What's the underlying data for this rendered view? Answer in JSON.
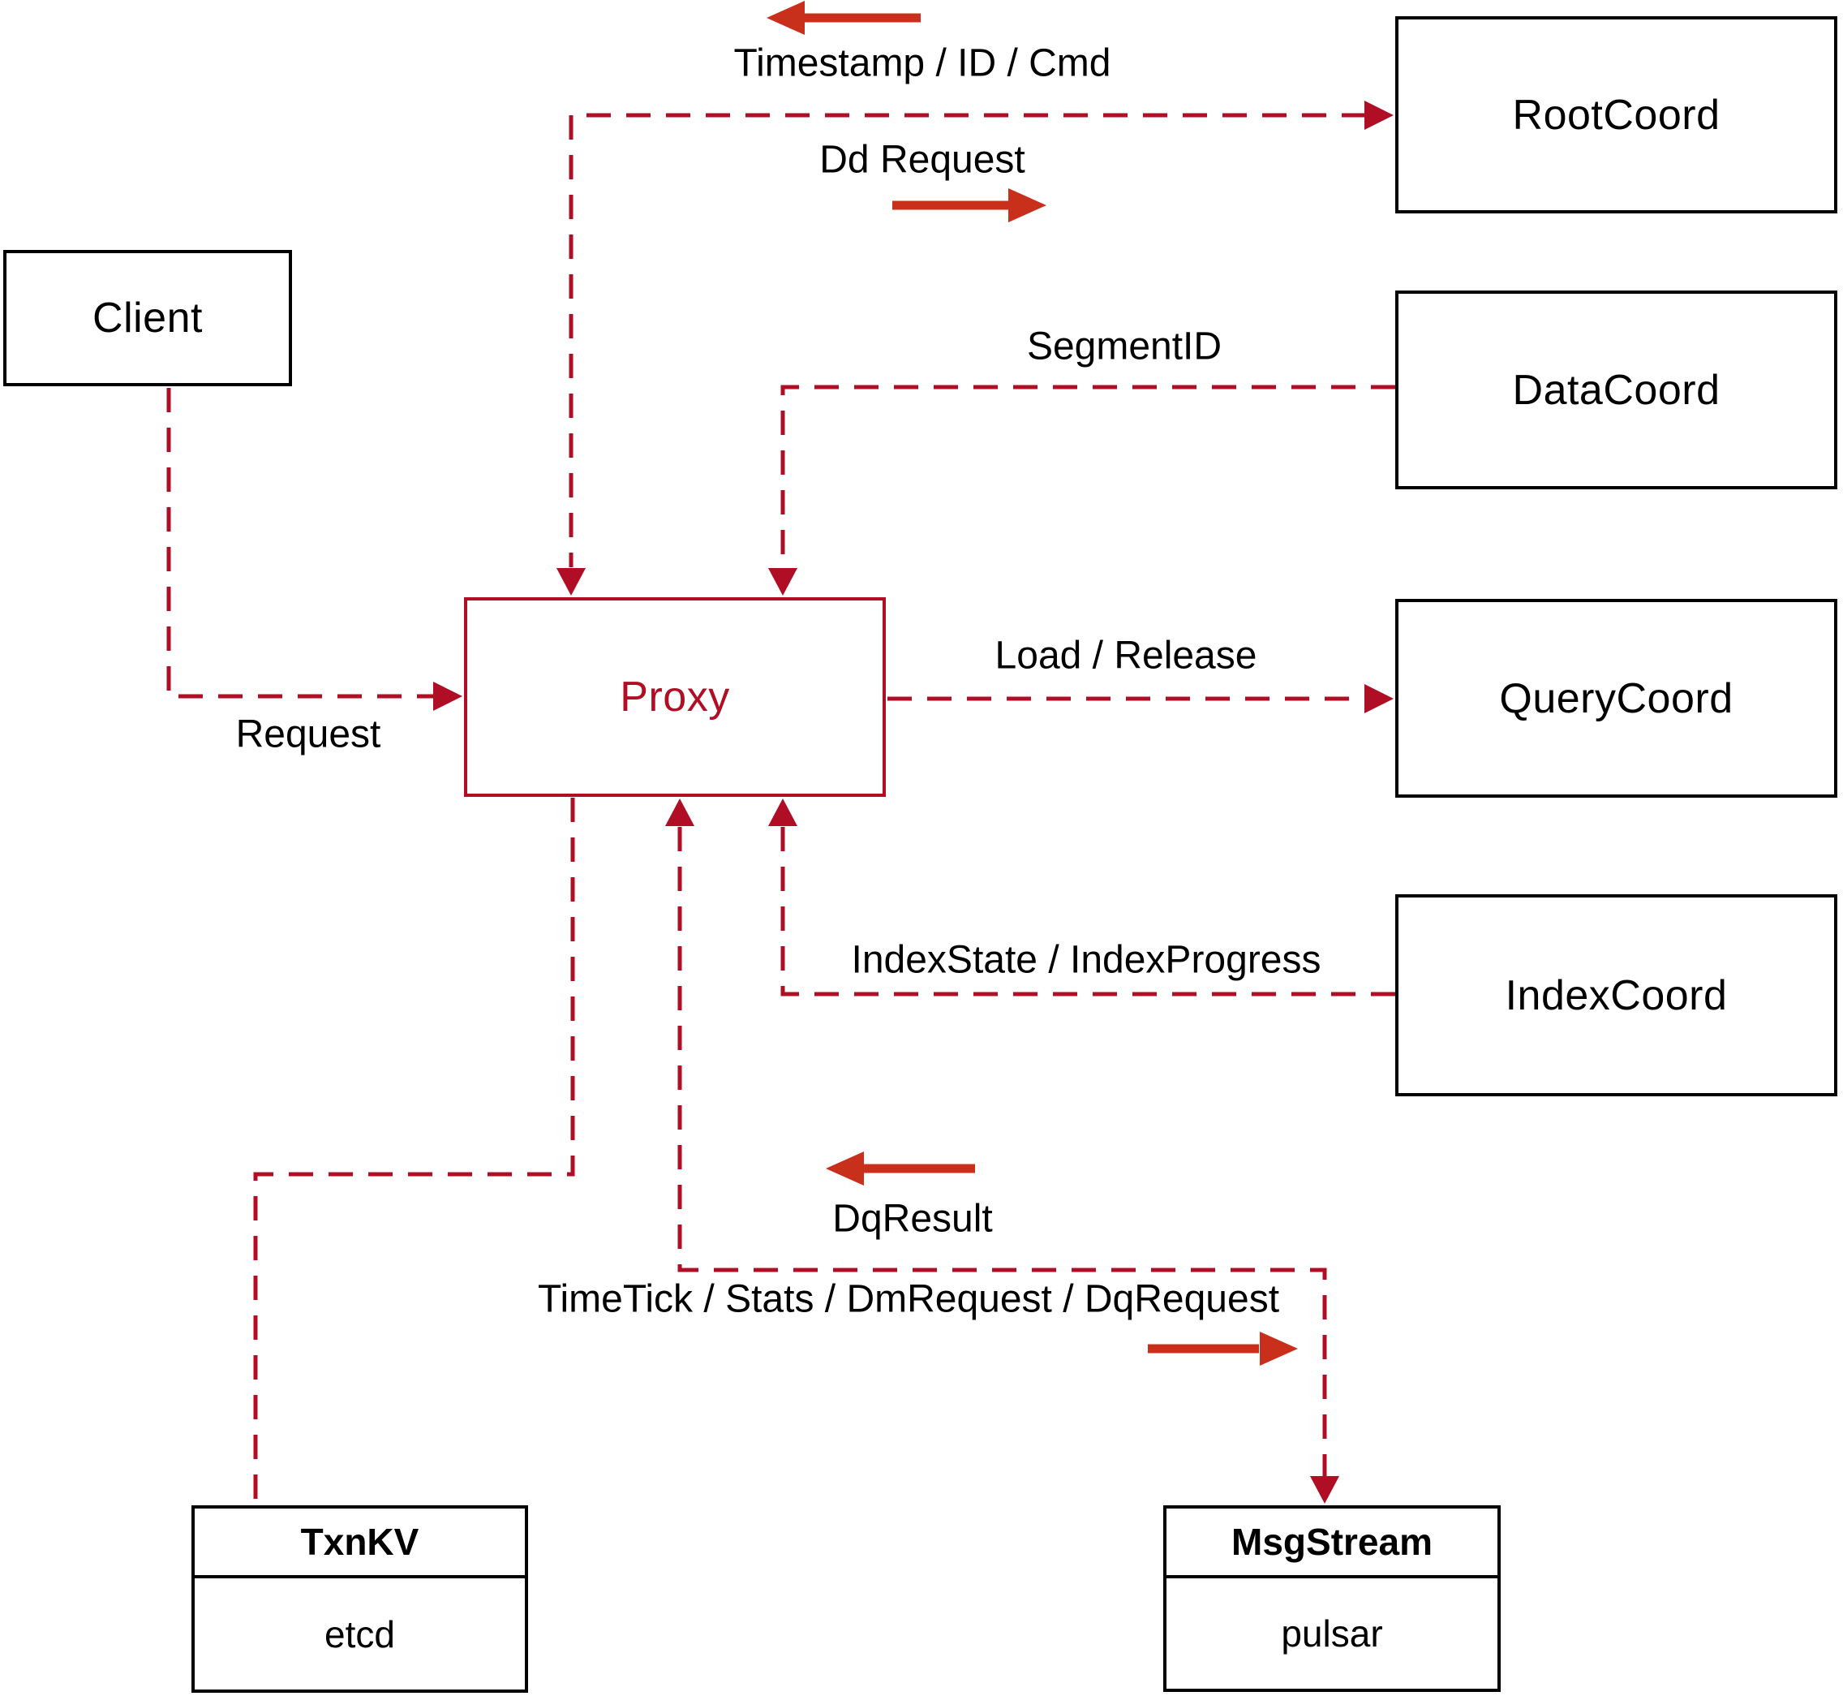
{
  "nodes": {
    "client": {
      "label": "Client"
    },
    "proxy": {
      "label": "Proxy"
    },
    "root_coord": {
      "label": "RootCoord"
    },
    "data_coord": {
      "label": "DataCoord"
    },
    "query_coord": {
      "label": "QueryCoord"
    },
    "index_coord": {
      "label": "IndexCoord"
    },
    "txn_kv": {
      "title": "TxnKV",
      "impl": "etcd"
    },
    "msg_stream": {
      "title": "MsgStream",
      "impl": "pulsar"
    }
  },
  "labels": {
    "timestamp_id_cmd": "Timestamp / ID / Cmd",
    "dd_request": "Dd Request",
    "segment_id": "SegmentID",
    "load_release": "Load / Release",
    "index_state_progress": "IndexState / IndexProgress",
    "request": "Request",
    "dq_result": "DqResult",
    "timetick_stats": "TimeTick / Stats / DmRequest / DqRequest"
  },
  "colors": {
    "dashed_line": "#b00e25",
    "proxy_accent": "#b00e25",
    "solid_arrow": "#c9301c",
    "box_border": "#000000",
    "text": "#000000",
    "background": "#ffffff"
  }
}
